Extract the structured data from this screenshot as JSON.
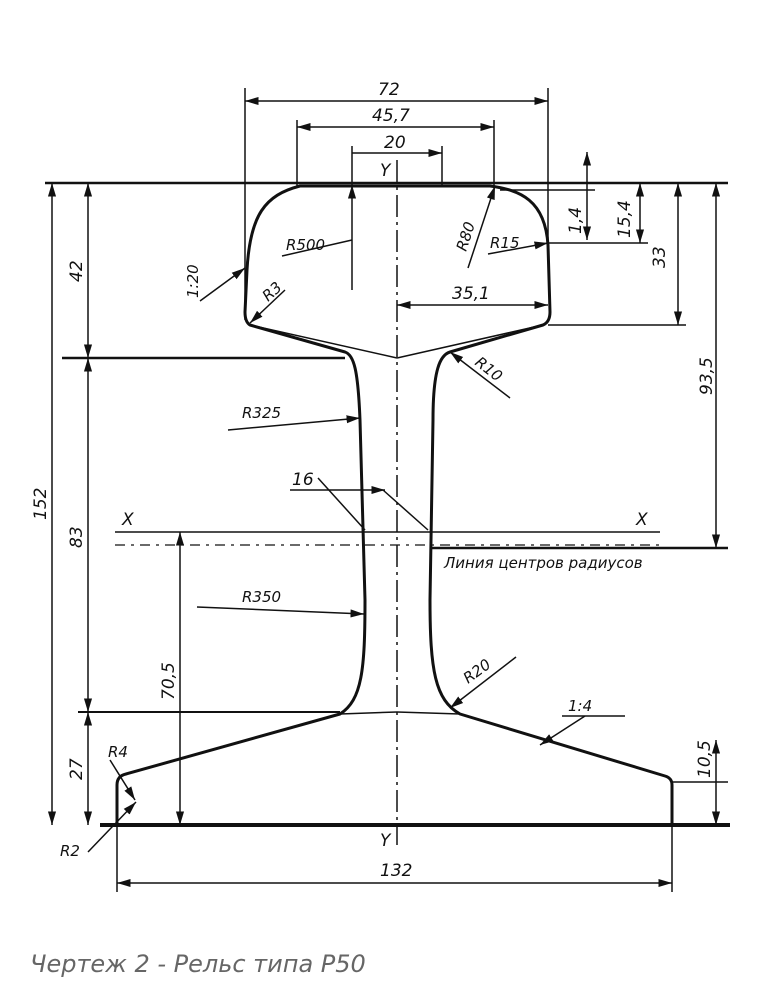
{
  "dimensions": {
    "head_width": "72",
    "head_inner_width": "45,7",
    "head_top_width": "20",
    "head_offset": "35,1",
    "height_total": "152",
    "height_head": "42",
    "height_web": "83",
    "height_base": "27",
    "height_to_center": "70,5",
    "height_93": "93,5",
    "head_side_33": "33",
    "head_15_4": "15,4",
    "head_1_4": "1,4",
    "foot_edge": "10,5",
    "base_width": "132",
    "web_thickness": "16"
  },
  "radii": {
    "r500": "R500",
    "r80": "R80",
    "r15": "R15",
    "r3": "R3",
    "r10": "R10",
    "r325": "R325",
    "r350": "R350",
    "r20": "R20",
    "r4": "R4",
    "r2": "R2"
  },
  "slopes": {
    "head_slope": "1:20",
    "foot_slope": "1:4"
  },
  "axes": {
    "y_top": "Y",
    "y_bottom": "Y",
    "x_left": "X",
    "x_right": "X"
  },
  "annotations": {
    "radius_centers": "Линия центров радиусов"
  },
  "caption": "Чертеж 2 - Рельс типа Р50"
}
